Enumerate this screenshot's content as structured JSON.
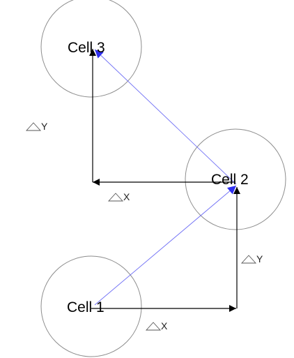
{
  "diagram": {
    "cells": [
      {
        "label": "Cell 1"
      },
      {
        "label": "Cell 2"
      },
      {
        "label": "Cell 3"
      }
    ],
    "delta_labels": {
      "dx_bottom": "X",
      "dy_right": "Y",
      "dx_middle": "X",
      "dy_left": "Y"
    },
    "colors": {
      "circle_stroke": "#8c8c8c",
      "axis_arrow": "#000000",
      "vector_arrow": "#6e6ef5",
      "vector_head": "#3030f0",
      "delta_triangle": "#555555"
    }
  }
}
